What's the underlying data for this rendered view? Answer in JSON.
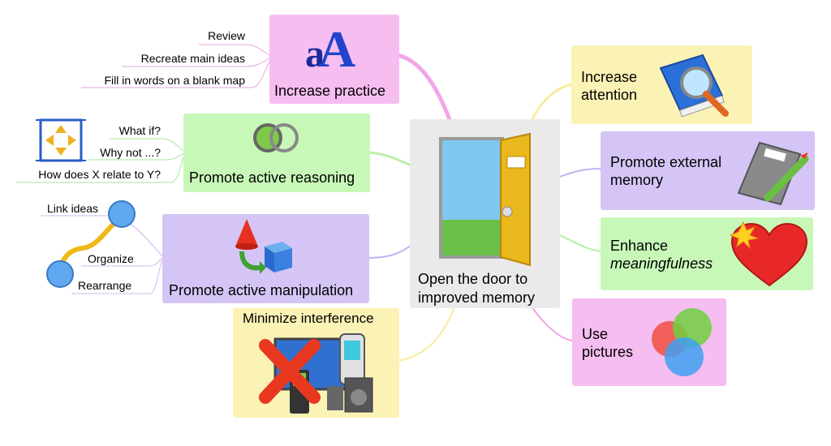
{
  "center": {
    "line1": "Open the door to",
    "line2": "improved memory"
  },
  "left": {
    "practice": {
      "label": "Increase practice",
      "subs": [
        "Review",
        "Recreate main ideas",
        "Fill in words on a blank map"
      ]
    },
    "reasoning": {
      "label": "Promote active reasoning",
      "subs": [
        "What if?",
        "Why not ...?",
        "How does X relate to Y?"
      ]
    },
    "manipulation": {
      "label": "Promote active manipulation",
      "subs": [
        "Link ideas",
        "Organize",
        "Rearrange"
      ]
    },
    "interference": {
      "label": "Minimize interference"
    }
  },
  "right": {
    "attention": {
      "line1": "Increase",
      "line2": "attention"
    },
    "external": {
      "line1": "Promote external",
      "line2": "memory"
    },
    "meaning": {
      "line1": "Enhance",
      "line2": "meaningfulness"
    },
    "pictures": {
      "line1": "Use",
      "line2": "pictures"
    }
  },
  "icon_text": {
    "practice_glyph_small": "a",
    "practice_glyph_large": "A"
  },
  "colors": {
    "pink": "#f6bdf0",
    "green": "#c8f8b8",
    "purple": "#d4c5f6",
    "yellow": "#fbf2b5",
    "center": "#eaeaea"
  }
}
